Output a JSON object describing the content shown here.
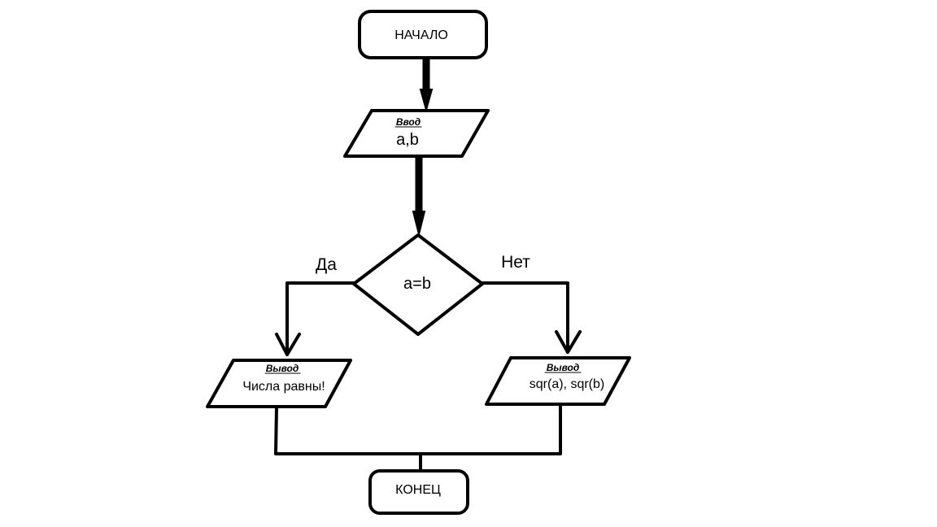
{
  "nodes": {
    "start": {
      "label": "НАЧАЛО"
    },
    "input": {
      "header": "Ввод",
      "body": "a,b"
    },
    "decision": {
      "label": "a=b"
    },
    "output_yes": {
      "header": "Вывод",
      "body": "Числа равны!"
    },
    "output_no": {
      "header": "Вывод",
      "body": "sqr(a), sqr(b)"
    },
    "end": {
      "label": "КОНЕЦ"
    }
  },
  "edges": {
    "yes_label": "Да",
    "no_label": "Нет"
  }
}
